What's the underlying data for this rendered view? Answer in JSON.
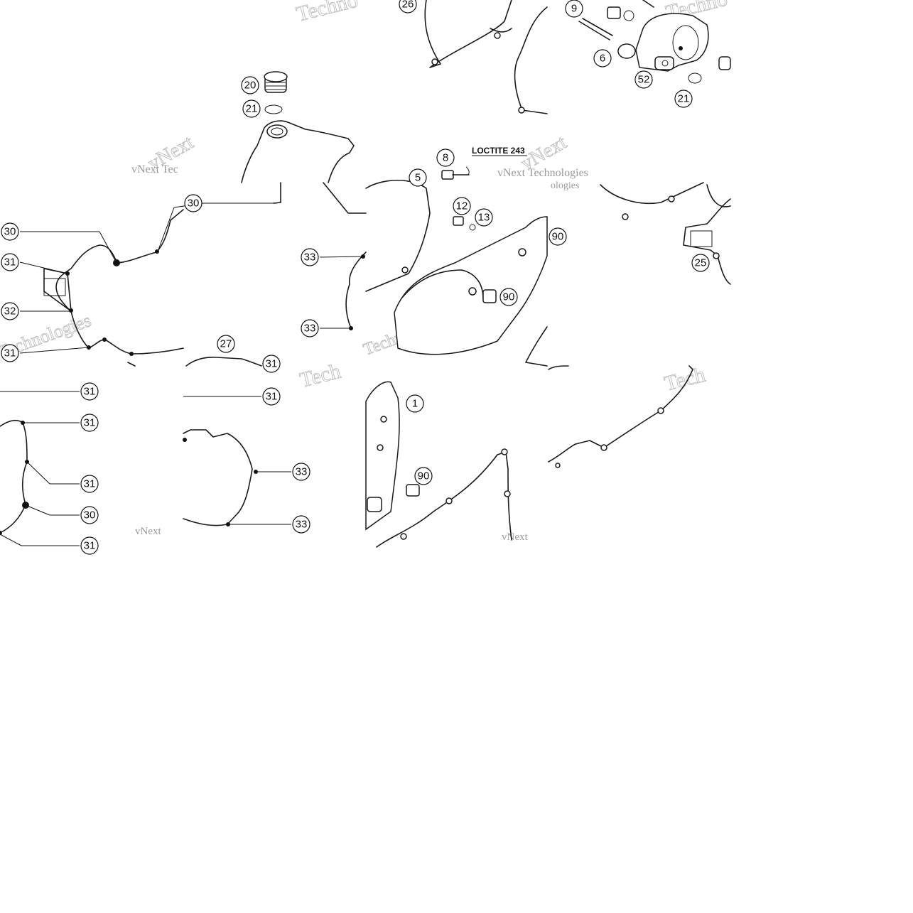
{
  "diagram": {
    "note": "LOCTITE 243",
    "watermarks": [
      "Techno",
      "vNext",
      "vNext Tec",
      "Technologies",
      "vNext Technologies",
      "ologies",
      "Tech",
      "vNext",
      "Techno"
    ],
    "callouts": [
      "26",
      "9",
      "6",
      "52",
      "21",
      "20",
      "21",
      "8",
      "5",
      "12",
      "13",
      "90",
      "90",
      "25",
      "30",
      "30",
      "31",
      "32",
      "31",
      "33",
      "33",
      "27",
      "31",
      "31",
      "31",
      "31",
      "30",
      "31",
      "31",
      "33",
      "33",
      "1",
      "90"
    ]
  }
}
